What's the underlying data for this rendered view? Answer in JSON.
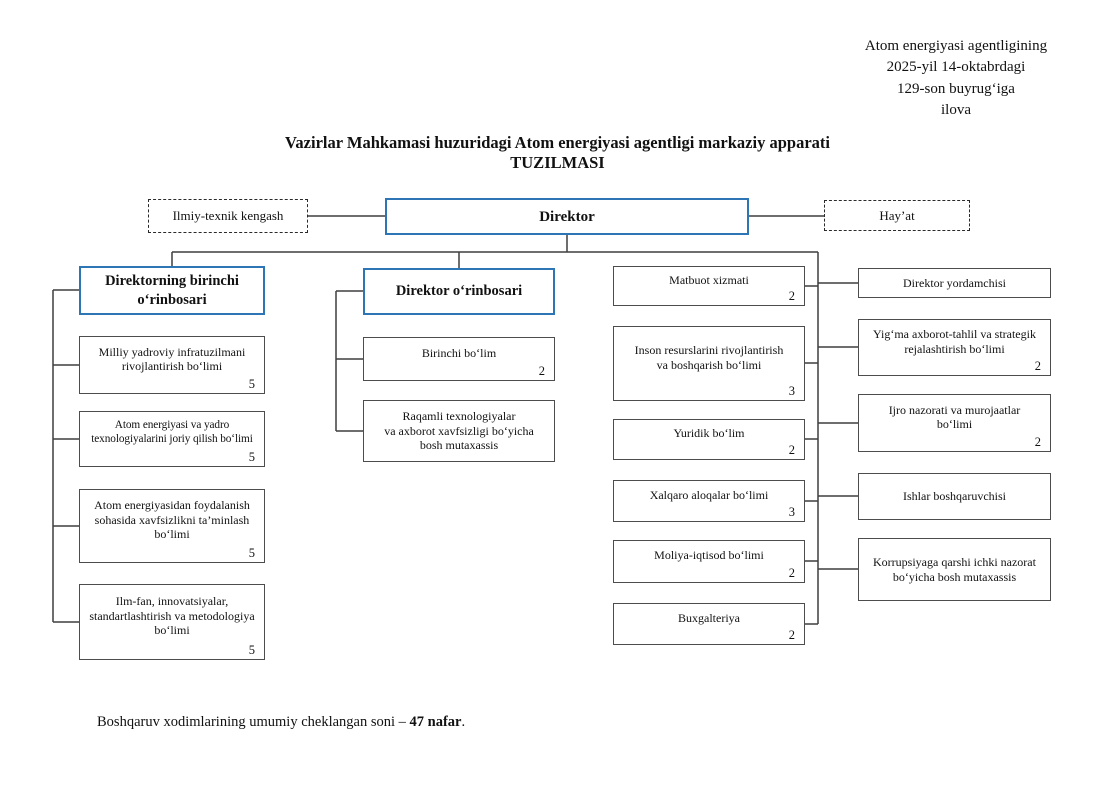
{
  "page": {
    "note": "Atom energiyasi agentligining\n2025-yil 14-oktabrdagi\n129-son buyrug‘iga\nilova",
    "title_line1": "Vazirlar Mahkamasi huzuridagi Atom energiyasi agentligi markaziy apparati",
    "title_line2": "TUZILMASI",
    "footer_prefix": "Boshqaruv xodimlarining umumiy cheklangan soni – ",
    "footer_bold": "47 nafar",
    "footer_suffix": "."
  },
  "top": {
    "director": "Direktor",
    "advisory_left": "Ilmiy-texnik kengash",
    "advisory_right": "Hay’at"
  },
  "col1": {
    "header": "Direktorning birinchi\no‘rinbosari",
    "boxes": [
      {
        "label": "Milliy yadroviy infratuzilmani\nrivojlantirish bo‘limi",
        "count": "5"
      },
      {
        "label": "Atom energiyasi va yadro\ntexnologiyalarini joriy qilish bo‘limi",
        "count": "5"
      },
      {
        "label": "Atom energiyasidan foydalanish\nsohasida xavfsizlikni ta’minlash\nbo‘limi",
        "count": "5"
      },
      {
        "label": "Ilm-fan, innovatsiyalar,\nstandartlashtirish va metodologiya\nbo‘limi",
        "count": "5"
      }
    ]
  },
  "col2": {
    "header": "Direktor o‘rinbosari",
    "boxes": [
      {
        "label": "Birinchi bo‘lim",
        "count": "2"
      },
      {
        "label": "Raqamli texnologiyalar\nva axborot xavfsizligi bo‘yicha\nbosh mutaxassis",
        "count": ""
      }
    ]
  },
  "col3": {
    "boxes": [
      {
        "label": "Matbuot xizmati",
        "count": "2"
      },
      {
        "label": "Inson resurslarini rivojlantirish\nva boshqarish bo‘limi",
        "count": "3"
      },
      {
        "label": "Yuridik bo‘lim",
        "count": "2"
      },
      {
        "label": "Xalqaro aloqalar bo‘limi",
        "count": "3"
      },
      {
        "label": "Moliya-iqtisod bo‘limi",
        "count": "2"
      },
      {
        "label": "Buxgalteriya",
        "count": "2"
      }
    ]
  },
  "col4": {
    "boxes": [
      {
        "label": "Direktor yordamchisi",
        "count": ""
      },
      {
        "label": "Yig‘ma axborot-tahlil va strategik\nrejalashtirish bo‘limi",
        "count": "2"
      },
      {
        "label": "Ijro nazorati va murojaatlar\nbo‘limi",
        "count": "2"
      },
      {
        "label": "Ishlar boshqaruvchisi",
        "count": ""
      },
      {
        "label": "Korrupsiyaga qarshi ichki nazorat\nbo‘yicha bosh mutaxassis",
        "count": ""
      }
    ]
  },
  "colors": {
    "accent_blue": "#2E75B6",
    "line": "#3F3F3F"
  }
}
